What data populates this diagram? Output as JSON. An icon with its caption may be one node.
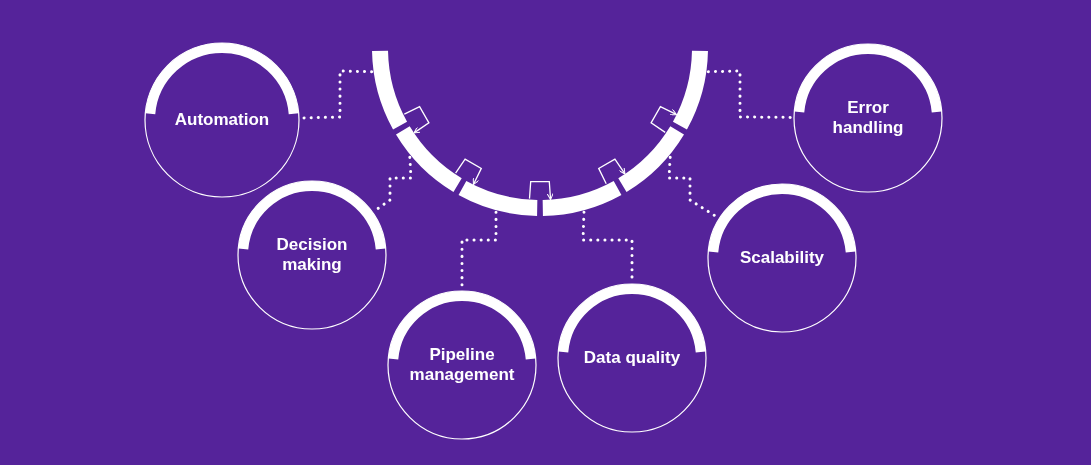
{
  "diagram": {
    "nodes": [
      {
        "text": [
          "Automation"
        ]
      },
      {
        "text": [
          "Decision making"
        ]
      },
      {
        "text": [
          "Pipeline management"
        ]
      },
      {
        "text": [
          "Data quality"
        ]
      },
      {
        "text": [
          "Scalability"
        ]
      },
      {
        "text": [
          "Error handling"
        ]
      },
      {
        "text": [],
        "shape": "arc"
      },
      {
        "text": [],
        "shape": "arc"
      },
      {
        "text": [],
        "shape": "arc"
      },
      {
        "text": [],
        "shape": "arc"
      },
      {
        "text": [],
        "shape": "arc"
      },
      {
        "text": [],
        "shape": "arc"
      }
    ],
    "edges": [
      {
        "from": 6,
        "to": 0,
        "arrow": "none",
        "style": "dashed"
      },
      {
        "from": 7,
        "to": 1,
        "arrow": "none",
        "style": "dashed"
      },
      {
        "from": 8,
        "to": 2,
        "arrow": "none",
        "style": "dashed"
      },
      {
        "from": 9,
        "to": 3,
        "arrow": "none",
        "style": "dashed"
      },
      {
        "from": 10,
        "to": 4,
        "arrow": "none",
        "style": "dashed"
      },
      {
        "from": 11,
        "to": 5,
        "arrow": "none",
        "style": "dashed"
      },
      {
        "from": 6,
        "to": 7,
        "arrow": "to"
      },
      {
        "from": 7,
        "to": 8,
        "arrow": "to"
      },
      {
        "from": 8,
        "to": 9,
        "arrow": "to"
      },
      {
        "from": 9,
        "to": 10,
        "arrow": "to"
      },
      {
        "from": 10,
        "to": 11,
        "arrow": "to"
      }
    ]
  }
}
